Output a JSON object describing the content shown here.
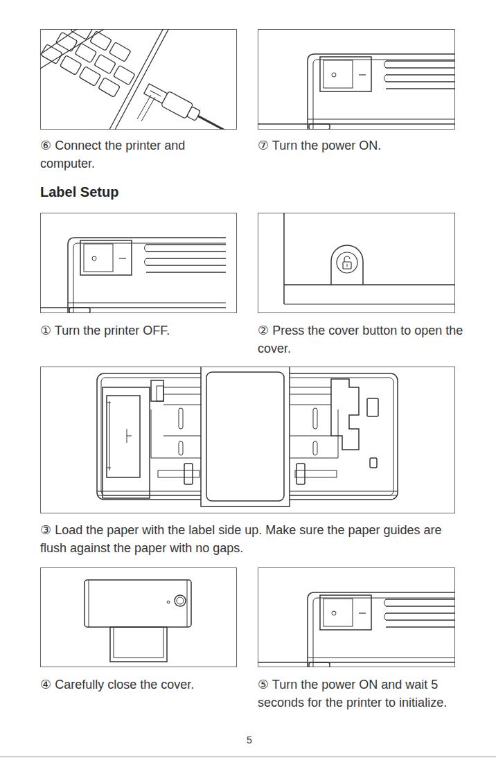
{
  "diagram": {
    "title": "Label Setup",
    "labels": [
      "⑥ Connect the printer and computer.",
      "⑦ Turn the power ON.",
      "① Turn the printer OFF.",
      "② Press the cover button to open the cover.",
      "③ Load the paper with the label side up. Make sure the paper guides are flush against the paper with no gaps.",
      "④ Carefully close the cover.",
      "⑤ Turn the power ON and wait 5 seconds for the printer to initialize.",
      "5"
    ]
  }
}
